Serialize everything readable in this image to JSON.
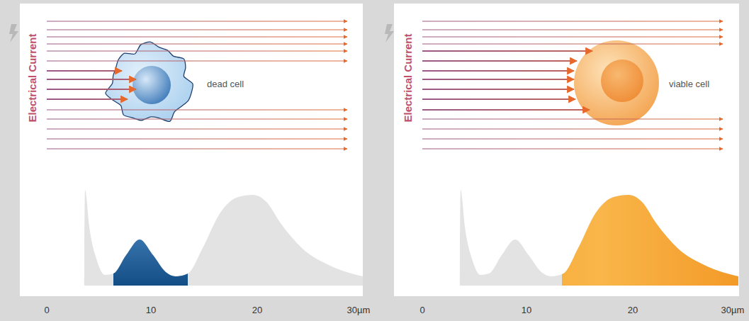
{
  "diagram": {
    "labels": [
      "Electrical Current",
      "dead cell",
      "0",
      "10",
      "20",
      "30µm",
      "Electrical Current",
      "viable cell",
      "0",
      "10",
      "20",
      "30µm"
    ]
  }
}
